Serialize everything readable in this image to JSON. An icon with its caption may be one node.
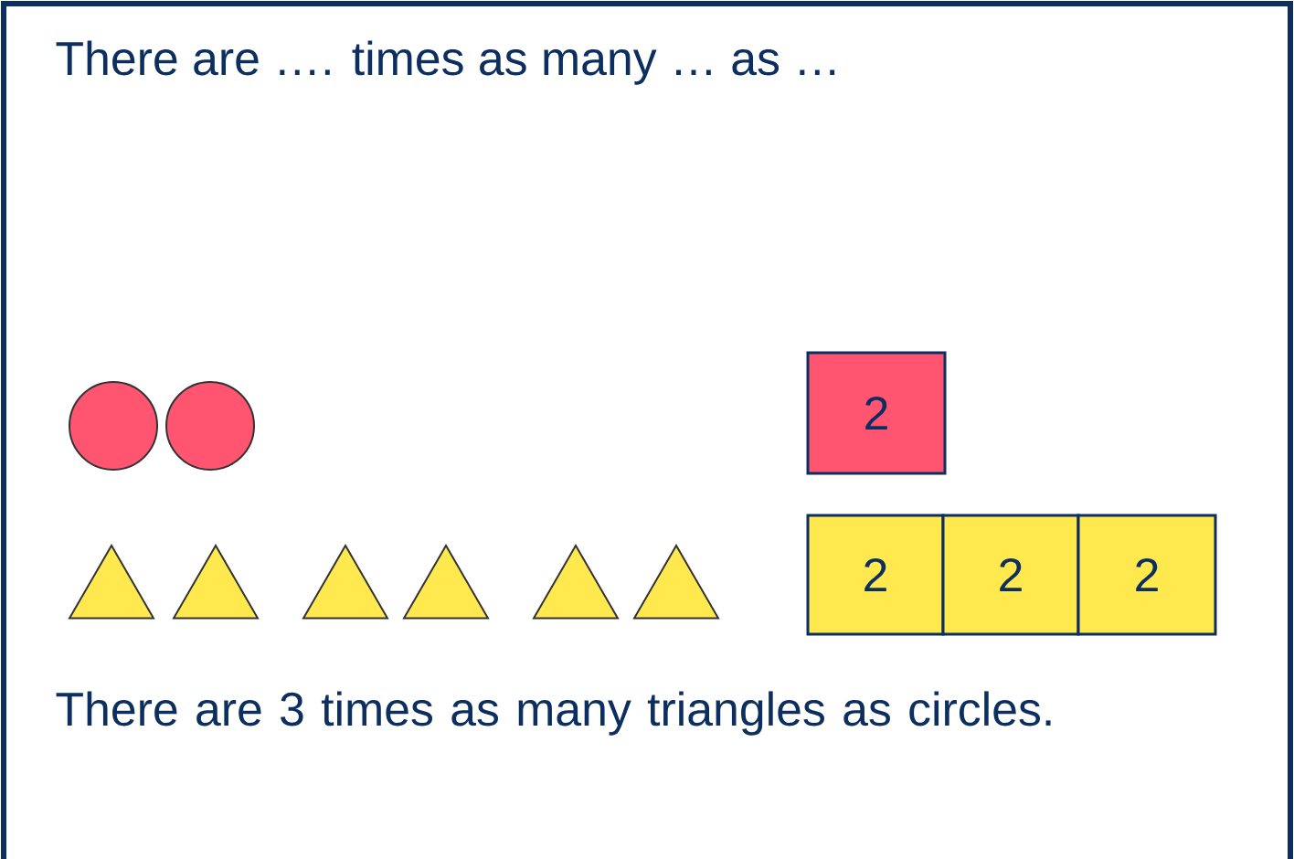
{
  "diagram": {
    "title": "There are …. times as many … as …",
    "caption": "There are 3 times as many triangles as circles.",
    "nodes": [
      {
        "text": [],
        "shape": "circle"
      },
      {
        "text": [],
        "shape": "circle"
      },
      {
        "text": [
          "2"
        ]
      },
      {
        "text": [],
        "shape": "triangle"
      },
      {
        "text": [],
        "shape": "triangle"
      },
      {
        "text": [],
        "shape": "triangle"
      },
      {
        "text": [],
        "shape": "triangle"
      },
      {
        "text": [],
        "shape": "triangle"
      },
      {
        "text": [],
        "shape": "triangle"
      },
      {
        "text": [
          "2"
        ]
      },
      {
        "text": [
          "2"
        ]
      },
      {
        "text": [
          "2"
        ]
      }
    ]
  }
}
